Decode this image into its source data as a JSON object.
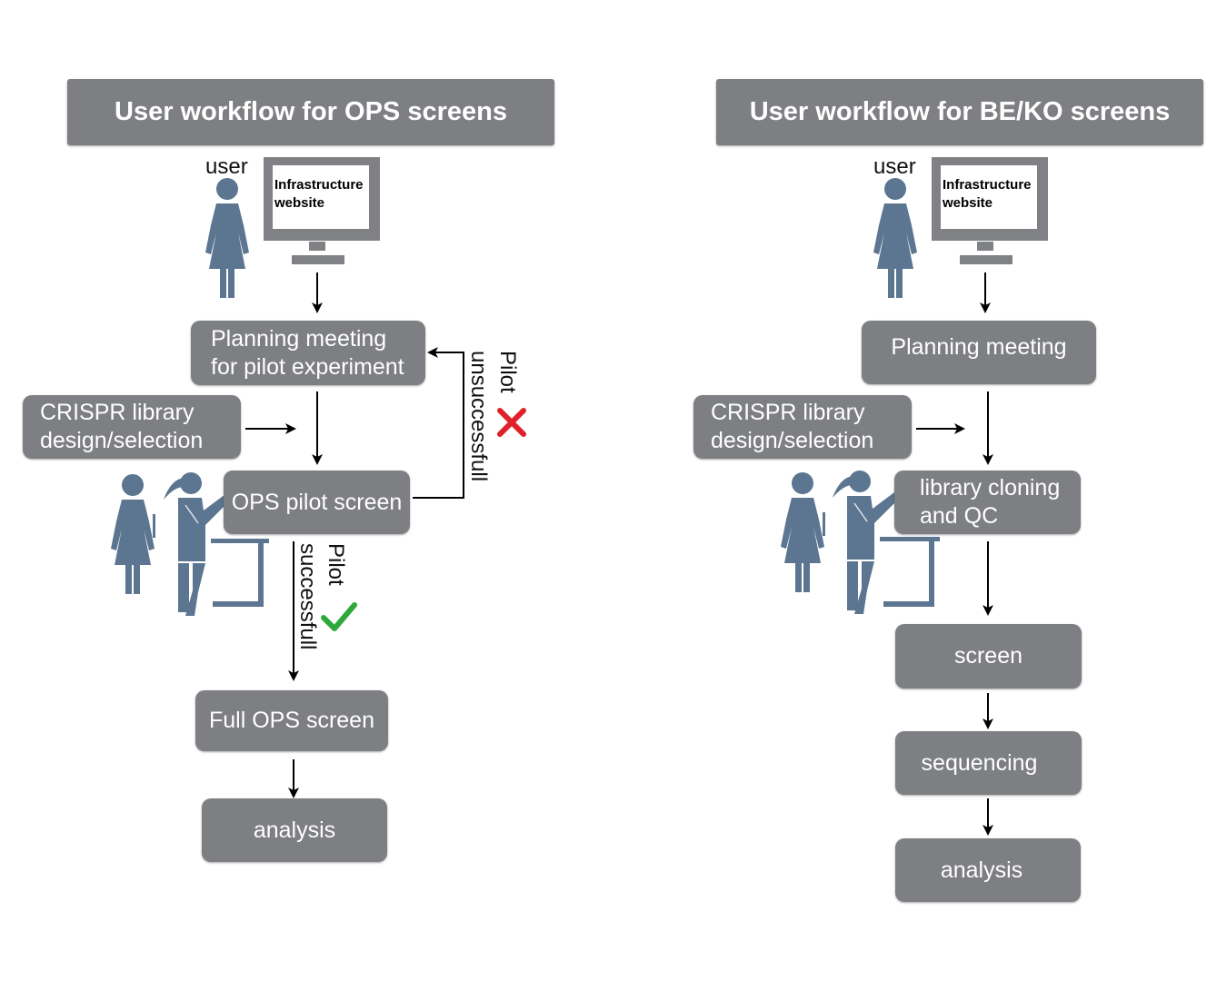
{
  "colors": {
    "box_fill": "#7e7f82",
    "box_text": "#ffffff",
    "figure": "#5c7590",
    "fail_mark": "#e0202a",
    "success_mark": "#2ea83a",
    "arrow": "#000000"
  },
  "left_panel": {
    "title": "User workflow for OPS screens",
    "user_label": "user",
    "monitor_text_line1": "Infrastructure",
    "monitor_text_line2": "website",
    "planning_line1": "Planning meeting",
    "planning_line2": "for pilot experiment",
    "crispr_line1": "CRISPR library",
    "crispr_line2": "design/selection",
    "pilot_screen": "OPS pilot screen",
    "fail_label_line1": "Pilot",
    "fail_label_line2": "unsuccessfull",
    "success_label_line1": "Pilot",
    "success_label_line2": "successfull",
    "full_screen": "Full OPS screen",
    "analysis": "analysis",
    "icons": {
      "user": "woman-figure-icon",
      "monitor": "computer-monitor-icon",
      "scientists": "scientists-at-bench-icon",
      "fail": "red-x-icon",
      "success": "green-checkmark-icon"
    }
  },
  "right_panel": {
    "title": "User workflow for BE/KO screens",
    "user_label": "user",
    "monitor_text_line1": "Infrastructure",
    "monitor_text_line2": "website",
    "planning": "Planning meeting",
    "crispr_line1": "CRISPR library",
    "crispr_line2": "design/selection",
    "cloning_line1": "library cloning",
    "cloning_line2": "and QC",
    "screen": "screen",
    "sequencing": "sequencing",
    "analysis": "analysis"
  }
}
